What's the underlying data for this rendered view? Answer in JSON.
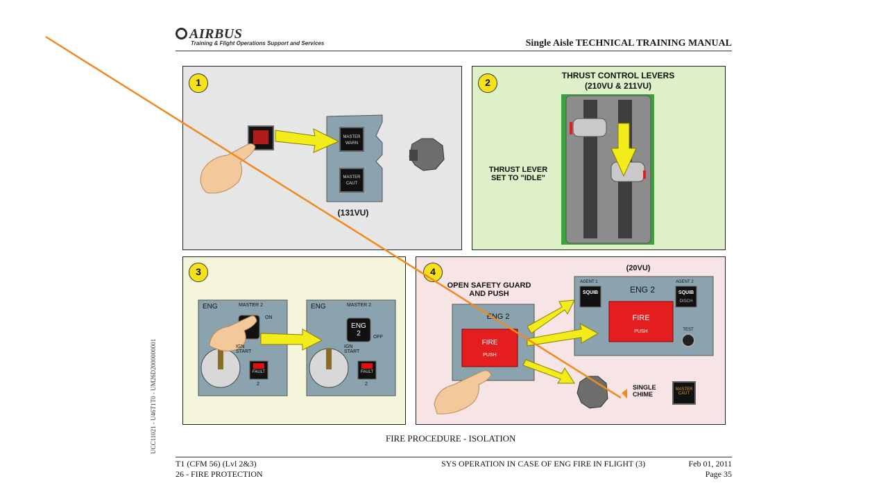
{
  "header": {
    "logo_text": "AIRBUS",
    "logo_subtitle": "Training & Flight Operations Support and Services",
    "manual_title": "Single Aisle TECHNICAL TRAINING MANUAL"
  },
  "panels": [
    {
      "number": "1",
      "labels": {
        "panel_id": "(131VU)",
        "master_warn": "MASTER WARN",
        "master_caut": "MASTER CAUT"
      }
    },
    {
      "number": "2",
      "labels": {
        "title": "THRUST CONTROL LEVERS",
        "subtitle": "(210VU & 211VU)",
        "note": "THRUST LEVER SET TO \"IDLE\""
      }
    },
    {
      "number": "3",
      "labels": {
        "eng": "ENG",
        "master": "MASTER 2",
        "eng2": "ENG 2",
        "on": "ON",
        "off": "OFF",
        "ign_start": "IGN START",
        "fault": "FAULT",
        "num2": "2"
      }
    },
    {
      "number": "4",
      "labels": {
        "panel_id": "(20VU)",
        "instruction": "OPEN SAFETY GUARD AND PUSH",
        "eng2": "ENG 2",
        "agent1": "AGENT 1",
        "agent2": "AGENT 2",
        "squib": "SQUIB",
        "disch": "DISCH",
        "fire": "FIRE",
        "push": "PUSH",
        "test": "TEST",
        "single_chime": "SINGLE CHIME",
        "master_caut": "MASTER CAUT"
      }
    }
  ],
  "caption": "FIRE PROCEDURE - ISOLATION",
  "footer": {
    "left_line1": "T1 (CFM 56) (Lvl 2&3)",
    "left_line2": "26 - FIRE PROTECTION",
    "center": "SYS OPERATION IN CASE OF ENG FIRE IN FLIGHT (3)",
    "date": "Feb 01, 2011",
    "page": "Page 35"
  },
  "side_code": "UCC11021 - U46T1T0 - UM26D2000000001",
  "colors": {
    "panel1_bg": "#e6e6e6",
    "panel2_bg": "#ddf0c8",
    "panel3_bg": "#f5f5dc",
    "panel4_bg": "#f7e5e5",
    "equipment": "#8aa3af",
    "arrow": "#f2ec1a",
    "fire_red": "#e41e1e",
    "annotation_line": "#f08a1c",
    "number_badge": "#f5e11c"
  }
}
